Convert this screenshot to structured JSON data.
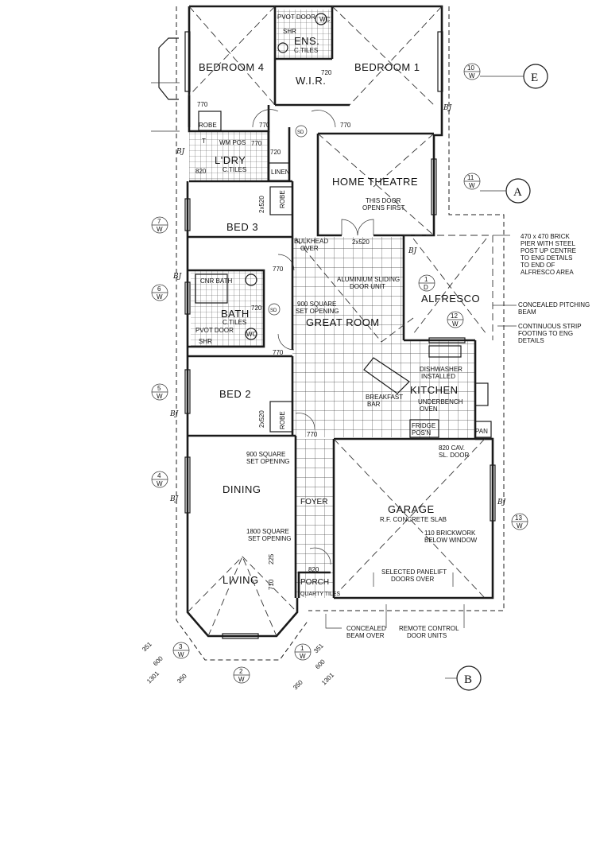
{
  "rooms": {
    "bedroom4": "BEDROOM 4",
    "bedroom1": "BEDROOM 1",
    "ens": "ENS.",
    "ens_tiles": "C.TILES",
    "wir": "W.I.R.",
    "home_theatre": "HOME THEATRE",
    "bed3": "BED 3",
    "bed2": "BED 2",
    "bath": "BATH",
    "bath_tiles": "C.TILES",
    "ldry": "L'DRY",
    "ldry_tiles": "C.TILES",
    "great_room": "GREAT ROOM",
    "alfresco": "ALFRESCO",
    "kitchen": "KITCHEN",
    "dining": "DINING",
    "living": "LIVING",
    "foyer": "FOYER",
    "garage": "GARAGE",
    "garage_slab": "R.F. CONCRETE SLAB",
    "porch": "PORCH",
    "porch_tiles": "QUARTY TILES",
    "robe": "ROBE",
    "linen": "LINEN",
    "pan": "PAN",
    "wc": "WC",
    "pvot_door": "PVOT DOOR",
    "shr": "SHR",
    "wm_pos": "WM POS",
    "cnr_bath": "CNR BATH",
    "t": "T"
  },
  "notes": {
    "this_door_1": "THIS DOOR",
    "this_door_2": "OPENS FIRST",
    "bulkhead_1": "BULKHEAD",
    "bulkhead_2": "OVER",
    "alum_1": "ALUMINIUM SLIDING",
    "alum_2": "DOOR UNIT",
    "sq900_1": "900 SQUARE",
    "sq900_2": "SET OPENING",
    "brick_pier": [
      "470 x 470 BRICK",
      "PIER WITH STEEL",
      "POST UP CENTRE",
      "TO ENG DETAILS",
      "TO END OF",
      "ALFRESCO AREA"
    ],
    "concealed_pitching": [
      "CONCEALED PITCHING",
      "BEAM"
    ],
    "continuous_strip": [
      "CONTINUOUS STRIP",
      "FOOTING TO ENG",
      "DETAILS"
    ],
    "dishwasher_1": "DISHWASHER",
    "dishwasher_2": "INSTALLED",
    "underbench_1": "UNDERBENCH",
    "underbench_2": "OVEN",
    "breakfast_1": "BREAKFAST",
    "breakfast_2": "BAR",
    "fridge_1": "FRIDGE",
    "fridge_2": "POS'N",
    "sq900b_1": "900 SQUARE",
    "sq900b_2": "SET OPENING",
    "sq1800_1": "1800 SQUARE",
    "sq1800_2": "SET OPENING",
    "cav_1": "820 CAV.",
    "cav_2": "SL. DOOR",
    "brickwork_1": "110 BRICKWORK",
    "brickwork_2": "BELOW WINDOW",
    "panelift_1": "SELECTED PANELIFT",
    "panelift_2": "DOORS OVER",
    "concealed_beam_1": "CONCEALED",
    "concealed_beam_2": "BEAM OVER",
    "remote_1": "REMOTE CONTROL",
    "remote_2": "DOOR UNITS"
  },
  "dims": {
    "d770_a": "770",
    "d770_b": "770",
    "d770_c": "770",
    "d720_a": "720",
    "d720_b": "720",
    "d770_d": "770",
    "d820_a": "820",
    "d2x520_a": "2x520",
    "d2x520_b": "2x520",
    "d2x520_c": "2x520",
    "d770_e": "770",
    "d770_f": "770",
    "d720_c": "720",
    "d770_g": "770",
    "d820_b": "820",
    "d710": "710",
    "d225": "225",
    "d351_l": "351",
    "d600_l": "600",
    "d1301_l": "1301",
    "d350_l": "350",
    "d351_r": "351",
    "d600_r": "600",
    "d1301_r": "1301",
    "d350_r": "350"
  },
  "grid_bubbles": {
    "E": "E",
    "A": "A",
    "B": "B"
  },
  "window_tags": [
    {
      "num": "10",
      "sub": "W"
    },
    {
      "num": "11",
      "sub": "W"
    },
    {
      "num": "7",
      "sub": "W"
    },
    {
      "num": "6",
      "sub": "W"
    },
    {
      "num": "5",
      "sub": "W"
    },
    {
      "num": "4",
      "sub": "W"
    },
    {
      "num": "13",
      "sub": "W"
    },
    {
      "num": "12",
      "sub": "W"
    },
    {
      "num": "3",
      "sub": "W"
    },
    {
      "num": "2",
      "sub": "W"
    },
    {
      "num": "1",
      "sub": "W"
    },
    {
      "num": "1",
      "sub": "D"
    }
  ],
  "handwritten": {
    "bj_1": "BJ",
    "bj_2": "BJ",
    "bj_3": "BJ",
    "bj_4": "BJ",
    "bj_5": "BJ",
    "bj_6": "BJ",
    "bj_7": "BJ",
    "sd": "SD"
  }
}
